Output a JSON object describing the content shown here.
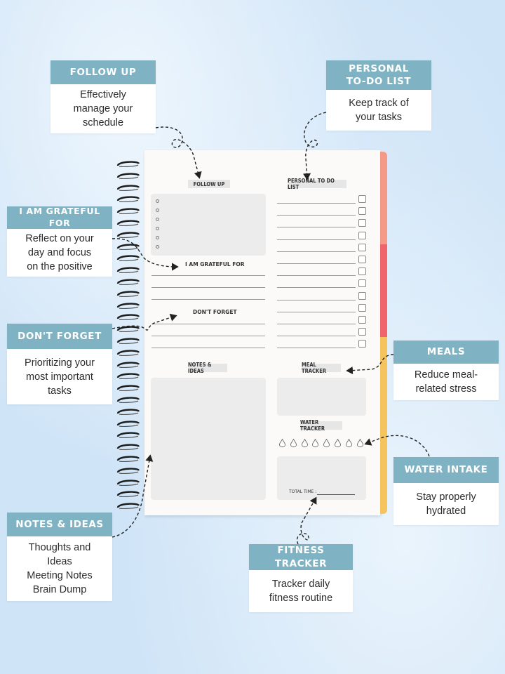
{
  "callouts": {
    "follow_up": {
      "title": "FOLLOW UP",
      "body": "Effectively\nmanage your\nschedule"
    },
    "todo": {
      "title": "PERSONAL\nTO-DO LIST",
      "body": "Keep track of\nyour tasks"
    },
    "grateful": {
      "title": "I AM GRATEFUL FOR",
      "body": "Reflect on your\nday and focus\non the positive"
    },
    "dont_forget": {
      "title": "DON'T FORGET",
      "body": "Prioritizing your\nmost important\ntasks"
    },
    "meals": {
      "title": "MEALS",
      "body": "Reduce meal-\nrelated stress"
    },
    "water": {
      "title": "WATER INTAKE",
      "body": "Stay properly\nhydrated"
    },
    "notes": {
      "title": "NOTES & IDEAS",
      "body": "Thoughts and\nIdeas\nMeeting Notes\nBrain Dump"
    },
    "fitness": {
      "title": "FITNESS TRACKER",
      "body": "Tracker daily\nfitness routine"
    }
  },
  "notebook": {
    "follow_up": "FOLLOW UP",
    "todo": "PERSONAL TO DO LIST",
    "grateful": "I AM GRATEFUL FOR",
    "dont_forget": "DON'T FORGET",
    "notes": "NOTES & IDEAS",
    "meal": "MEAL TRACKER",
    "water": "WATER TRACKER",
    "total_time": "TOTAL TIME :"
  },
  "colors": {
    "callout_header": "#7fb3c4",
    "tab_colors": [
      "#f59a87",
      "#f0646b",
      "#f6c45c"
    ],
    "arrow": "#222222"
  }
}
